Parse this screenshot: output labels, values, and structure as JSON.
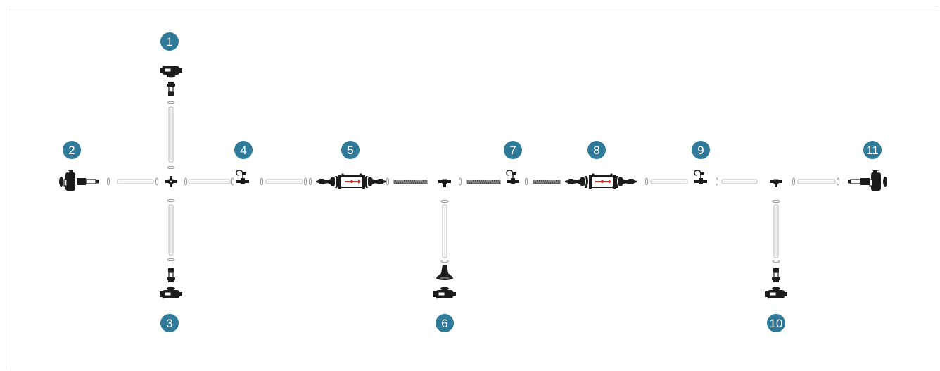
{
  "colors": {
    "badge": "#2f7a98",
    "badge_text": "#ffffff",
    "tube": "#c4c4c4",
    "part": "#1c1c1c",
    "indicator": "#e02020"
  },
  "badges": [
    {
      "label": "1"
    },
    {
      "label": "2"
    },
    {
      "label": "3"
    },
    {
      "label": "4"
    },
    {
      "label": "5"
    },
    {
      "label": "6"
    },
    {
      "label": "7"
    },
    {
      "label": "8"
    },
    {
      "label": "9"
    },
    {
      "label": "10"
    },
    {
      "label": "11"
    }
  ]
}
